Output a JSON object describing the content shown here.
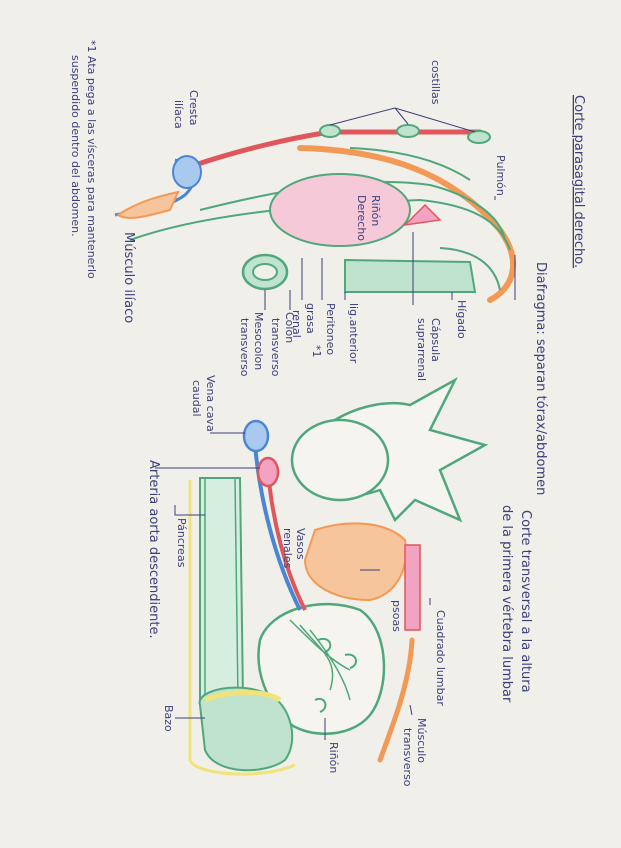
{
  "labels": {
    "title": "Corte parasagital derecho.",
    "costillas": "costillas",
    "cresta_1": "Cresta",
    "cresta_2": "ilíaca",
    "pulmon": "Pulmón",
    "rinon_der_1": "Riñón",
    "rinon_der_2": "Derecho",
    "diafragma": "Diafragma: separan tórax/abdomen",
    "higado": "Hígado",
    "capsula_1": "Cápsula",
    "capsula_2": "suprarrenal",
    "lig_ant": "lig.anterior",
    "peritoneo_1": "Peritoneo",
    "peritoneo_2": "*1",
    "grasa_1": "grasa",
    "grasa_2": "renal",
    "colon_1": "Colon",
    "colon_2": "transverso",
    "mesocolon_1": "Mesocolon",
    "mesocolon_2": "transverso",
    "musculo_iliaco": "Músculo ilíaco",
    "note_1": "*1 Ata pega a las vísceras para mantenerlo",
    "note_2": "suspendido dentro del abdomen.",
    "corte_1": "Corte transversal a la altura",
    "corte_2": "de la primera vértebra lumbar",
    "cuadrado_lumbar": "Cuadrado lumbar",
    "psoas": "psoas",
    "musculo_transverso_1": "Músculo",
    "musculo_transverso_2": "transverso",
    "vena_cava_1": "Vena cava",
    "vena_cava_2": "caudal",
    "vasos_renales_1": "Vasos",
    "vasos_renales_2": "renales",
    "arteria_aorta": "Arteria aorta descendiente.",
    "pancreas": "Páncreas",
    "rinon": "Riñón",
    "bazo": "Bazo"
  },
  "colors": {
    "ink": "#3c3f7a",
    "green": "#4fa77a",
    "green_fill": "#bfe3cf",
    "red": "#e0575b",
    "pink": "#f1a3c1",
    "orange": "#f29a55",
    "orange_fill": "#f7c59c",
    "blue": "#4a86d3",
    "yellow": "#f2e27a",
    "paper": "#f1efea"
  }
}
